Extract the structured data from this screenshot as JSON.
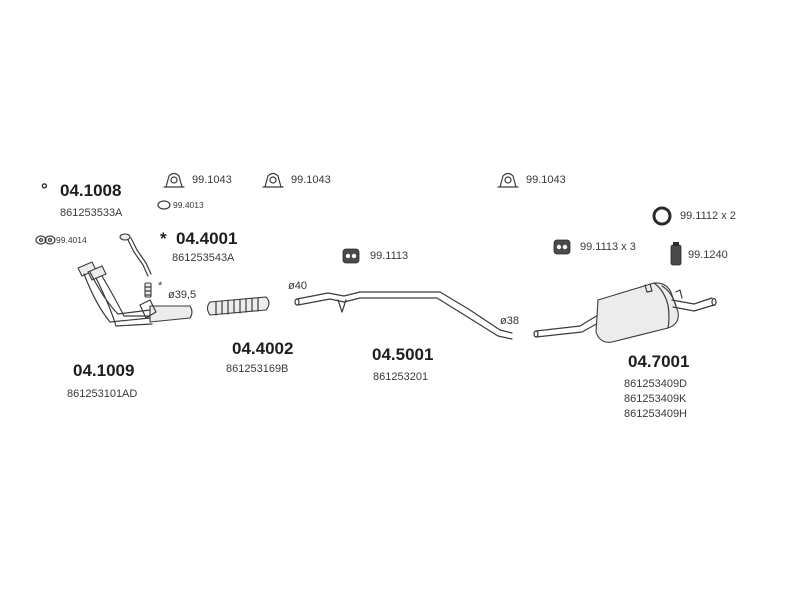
{
  "parts": {
    "p041008": {
      "marker": "°",
      "number": "04.1008",
      "ref": "861253533A"
    },
    "p044001": {
      "marker": "*",
      "number": "04.4001",
      "ref": "861253543A"
    },
    "p041009": {
      "number": "04.1009",
      "ref": "861253101AD"
    },
    "p044002": {
      "number": "04.4002",
      "ref": "861253169B"
    },
    "p045001": {
      "number": "04.5001",
      "ref": "861253201"
    },
    "p047001": {
      "number": "04.7001",
      "refs": [
        "861253409D",
        "861253409K",
        "861253409H"
      ]
    }
  },
  "accessories": {
    "clamp_a": "99.1043",
    "clamp_b": "99.1043",
    "clamp_c": "99.1043",
    "ring_small": "99.4013",
    "gasket_double": "99.4014",
    "hanger_mid": "99.1113",
    "hanger_rear": "99.1113 x 3",
    "ring_rear": "99.1112 x 2",
    "mount_rear": "99.1240"
  },
  "dimensions": {
    "d1": "ø39,5",
    "d2": "ø40",
    "d3": "ø38"
  },
  "star_mark": "*"
}
